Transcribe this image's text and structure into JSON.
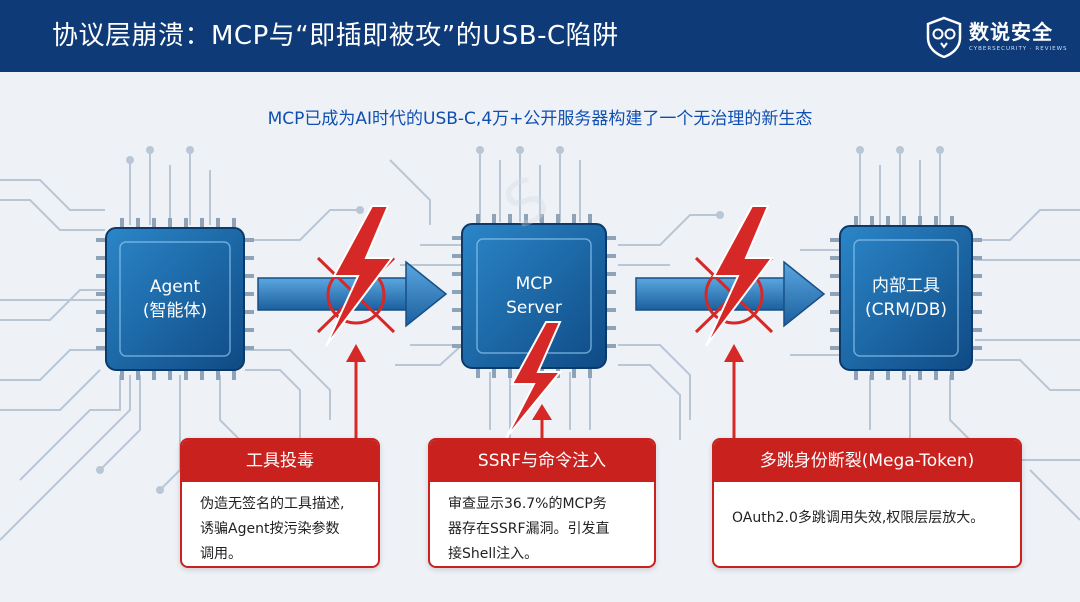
{
  "header": {
    "title": "协议层崩溃：MCP与“即插即被攻”的USB-C陷阱",
    "logo": {
      "name": "数说安全",
      "tagline": "CYBERSECURITY · REVIEWS",
      "icon": "owl-shield-icon"
    }
  },
  "subtitle": "MCP已成为AI时代的USB-C,4万+公开服务器构建了一个无治理的新生态",
  "chips": [
    {
      "line1": "Agent",
      "line2": "(智能体)"
    },
    {
      "line1": "MCP",
      "line2": "Server"
    },
    {
      "line1": "内部工具",
      "line2": "(CRM/DB)"
    }
  ],
  "attacks": [
    {
      "title": "工具投毒",
      "lines": [
        "伪造无签名的工具描述,",
        "诱骗Agent按污染参数",
        "调用。"
      ]
    },
    {
      "title": "SSRF与命令注入",
      "lines": [
        "审查显示36.7%的MCP务",
        "器存在SSRF漏洞。引发直",
        "接Shell注入。"
      ]
    },
    {
      "title": "多跳身份断裂(Mega-Token)",
      "lines": [
        "OAuth2.0多跳调用失效,权限层层放大。"
      ]
    }
  ],
  "colors": {
    "header": "#0e3a78",
    "accent_blue": "#0f4fb0",
    "attack_red": "#c9211e",
    "chip": "#1f6fb3",
    "arrow": "#2a7cc0"
  }
}
